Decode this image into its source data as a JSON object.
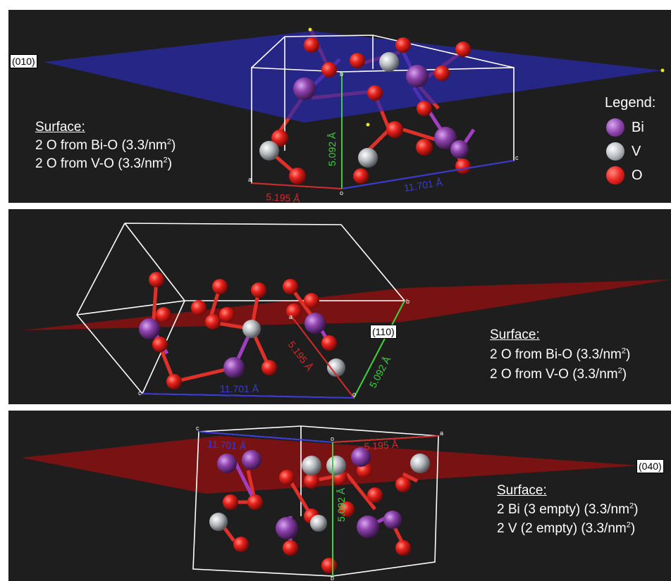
{
  "panels": [
    {
      "plane_label": "(010)",
      "surface_title": "Surface:",
      "lines": [
        {
          "text": "2 O from Bi-O (3.3/nm",
          "sup": "2",
          "close": ")"
        },
        {
          "text": "2 O from V-O (3.3/nm",
          "sup": "2",
          "close": ")"
        }
      ],
      "lengths": {
        "a": "5.195 Å",
        "b": "5.092 Å",
        "c": "11.701 Å"
      }
    },
    {
      "plane_label": "(110)",
      "surface_title": "Surface:",
      "lines": [
        {
          "text": "2 O from Bi-O (3.3/nm",
          "sup": "2",
          "close": ")"
        },
        {
          "text": "2 O from V-O (3.3/nm",
          "sup": "2",
          "close": ")"
        }
      ],
      "lengths": {
        "a": "5.195 Å",
        "b": "5.092 Å",
        "c": "11.701 Å"
      }
    },
    {
      "plane_label": "(040)",
      "surface_title": "Surface:",
      "lines": [
        {
          "text": "2 Bi (3 empty) (3.3/nm",
          "sup": "2",
          "close": ")"
        },
        {
          "text": "2 V (2 empty) (3.3/nm",
          "sup": "2",
          "close": ")"
        }
      ],
      "lengths": {
        "a": "5.195 Å",
        "b": "5.092 Å",
        "c": "11.701 Å"
      }
    }
  ],
  "corner_labels": {
    "a": "a",
    "b": "b",
    "c": "c",
    "o": "o"
  },
  "legend": {
    "title": "Legend:",
    "items": [
      {
        "label": "Bi",
        "color": "#8e44ad"
      },
      {
        "label": "V",
        "color": "#b8bcc0"
      },
      {
        "label": "O",
        "color": "#e8221c"
      }
    ]
  },
  "colors": {
    "background": "#1e1e1e",
    "plane_010": "#2a2ab0",
    "plane_other": "#8a1010",
    "axis_a": "#d42a2a",
    "axis_b": "#3ad13a",
    "axis_c": "#3a3ad8",
    "box": "#ffffff"
  }
}
